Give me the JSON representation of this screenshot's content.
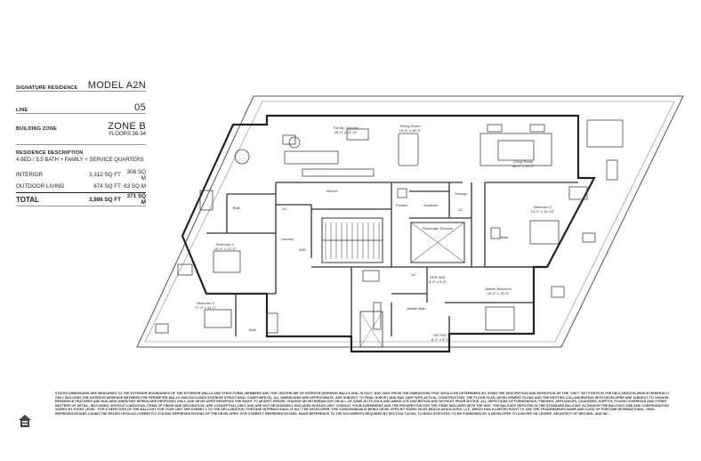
{
  "spec": {
    "residence_label": "SIGNATURE RESIDENCE",
    "model": "MODEL A2N",
    "line_label": "LINE",
    "line_value": "05",
    "zone_label": "BUILDING ZONE",
    "zone_value": "ZONE B",
    "floors": "FLOORS 26-34",
    "desc_title": "RESIDENCE DESCRIPTION",
    "desc_text": "4 BED / 5.5 BATH + FAMILY + SERVICE QUARTERS",
    "interior_label": "INTERIOR",
    "interior_sqft": "3,312 SQ FT",
    "interior_sqm": "308 SQ M",
    "outdoor_label": "OUTDOOR LIVING",
    "outdoor_sqft": "674 SQ FT",
    "outdoor_sqm": "63 SQ M",
    "total_label": "TOTAL",
    "total_sqft": "3,986 SQ FT",
    "total_sqm": "371 SQ M"
  },
  "rooms": {
    "family_kitchen": "Family / Kitchen",
    "family_kitchen_dim": "26'-3\" x 14'-11\"",
    "dining": "Dining Room",
    "dining_dim": "13'-6\" x 16'-9\"",
    "living": "Living Room",
    "living_dim": "26'-9\" x 16'-0\"",
    "bedroom2": "Bedroom 2",
    "bedroom2_dim": "13'-2\" x 14'-10\"",
    "bedroom4": "Bedroom 4",
    "bedroom4_dim": "10'-9\" x 12'-0\"",
    "bedroom3": "Bedroom 3",
    "bedroom3_dim": "17'-0\" x 11'-2\"",
    "master": "Master Bedroom",
    "master_dim": "15'-6\" x 15'-9\"",
    "his_wic": "HER WIC",
    "his_wic_dim": "8'-9\" x 6'-8\"",
    "her_wic": "HIS WIC",
    "her_wic_dim": "8'-1\" x 5'-1\"",
    "master_bath": "Master Bath",
    "service": "Service",
    "laundry": "Laundry",
    "powder": "Powder",
    "vestibule": "Vestibule",
    "storage": "Storage",
    "elevator": "Passenger Elevator",
    "bath": "Bath",
    "ac": "AC",
    "wd": "W/D"
  },
  "disclaimer": "STATED DIMENSIONS ARE MEASURED TO THE EXTERIOR BOUNDARIES OF THE EXTERIOR WALLS AND STRUCTURAL MEMBERS AND THE CENTERLINE OF INTERIOR DEMISING WALLS AND, IN FACT, MAY VARY FROM THE DIMENSIONS THAT WOULD BE DETERMINED BY USING THE DESCRIPTION AND DEFINITION OF THE \"UNIT\" SET FORTH IN THE DECLARATION (WHICH GENERALLY ONLY INCLUDES THE INTERIOR AIRSPACE BETWEEN THE PERIMETER WALLS AND EXCLUDES INTERIOR STRUCTURAL COMPONENTS). ALL DIMENSIONS ARE APPROXIMATE, ARE SUBJECT TO FINAL SURVEY AND MAY VARY WITH ACTUAL CONSTRUCTION. THE FLOOR PLAN, DEVELOPMENT PLANS AND THE ENTITIES COLLABORATING WITH DEVELOPER ARE SUBJECT TO CHANGE. RESIDENCE FEATURES AND BUILDING AMENITIES HEREIN ARE PROPOSED ONLY, AND DEVELOPER RESERVES THE RIGHT TO MODIFY, REVISE, CHANGE OR WITHDRAW ANY OR ALL OF SAME IN ITS SOLE AND ABSOLUTE DISCRETION AND WITHOUT PRIOR NOTICE. ALL DEPICTIONS OF FURNISHINGS, FINISHES, APPLIANCES, COUNTERS, SOFFITS, FLOOR COVERINGS AND OTHER MATTERS OF DETAIL, INCLUDING, WITHOUT LIMITATION, ITEMS OF FINISH AND DECORATION, ARE CONCEPTUAL ONLY AND ARE NOT NECESSARILY INCLUDED IN EACH UNIT. CONSULT YOUR AGREEMENT AND THE PROSPECTUS FOR THE ITEMS INCLUDED WITH THE UNIT. THE BALCONY DEPICTED IS THE STANDARD BALCONY ALTHOUGH THE BALCONY SIZE AND CONFIGURATION VARIES BY EVENT LEVEL. FOR A DEPICTION OF THE BALCONY FOR YOUR UNIT SEE EXHIBIT 2 TO THE DECLARATION. FORTUNE INTERNATIONAL IS NOT THE DEVELOPER. THE CONDOMINIUM IS BEING DEVELOPED BY SUNNY ISLES BEACH ASSOCIATES, LLC, WHICH HAS A LIMITED RIGHT TO USE THE TRADEMARKED NAME AND LOGO OF FORTUNE INTERNATIONAL. ORAL REPRESENTATIONS CANNOT BE RELIED UPON AS CORRECTLY STATING REPRESENTATIONS OF THE DEVELOPER. FOR CORRECT REPRESENTATIONS, MAKE REFERENCE TO THE DOCUMENTS REQUIRED BY SECTION 718.503, FLORIDA STATUTES, TO BE FURNISHED BY A DEVELOPER TO A BUYER OR LESSEE. ARCHITECT OF RECORD: ADD INC."
}
